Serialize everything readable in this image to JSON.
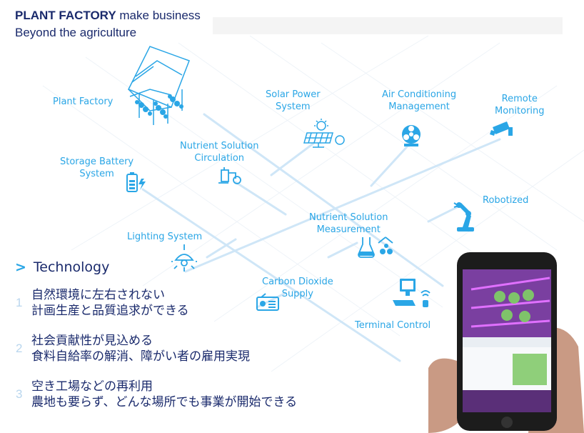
{
  "title": {
    "bold": "PLANT FACTORY",
    "rest": " make business",
    "line2": "Beyond the agriculture"
  },
  "labels": {
    "plant_factory": "Plant Factory",
    "solar_power_1": "Solar Power",
    "solar_power_2": "System",
    "air_cond_1": "Air Conditioning",
    "air_cond_2": "Management",
    "remote_1": "Remote",
    "remote_2": "Monitoring",
    "nutrient_circ_1": "Nutrient Solution",
    "nutrient_circ_2": "Circulation",
    "storage_1": "Storage Battery",
    "storage_2": "System",
    "robotized": "Robotized",
    "nutrient_meas_1": "Nutrient Solution",
    "nutrient_meas_2": "Measurement",
    "lighting": "Lighting System",
    "co2_1": "Carbon Dioxide",
    "co2_2": "Supply",
    "terminal": "Terminal Control"
  },
  "technology": {
    "chevron": ">",
    "heading": "Technology",
    "items": [
      {
        "num": "1",
        "line1": "自然環境に左右されない",
        "line2": "計画生産と品質追求ができる"
      },
      {
        "num": "2",
        "line1": "社会貢献性が見込める",
        "line2": "食料自給率の解消、障がい者の雇用実現"
      },
      {
        "num": "3",
        "line1": "空き工場などの再利用",
        "line2": "農地も要らず、どんな場所でも事業が開始できる"
      }
    ]
  },
  "colors": {
    "accent": "#2aa6e6",
    "navy": "#1a2a6c",
    "line": "#cfe6f7"
  }
}
